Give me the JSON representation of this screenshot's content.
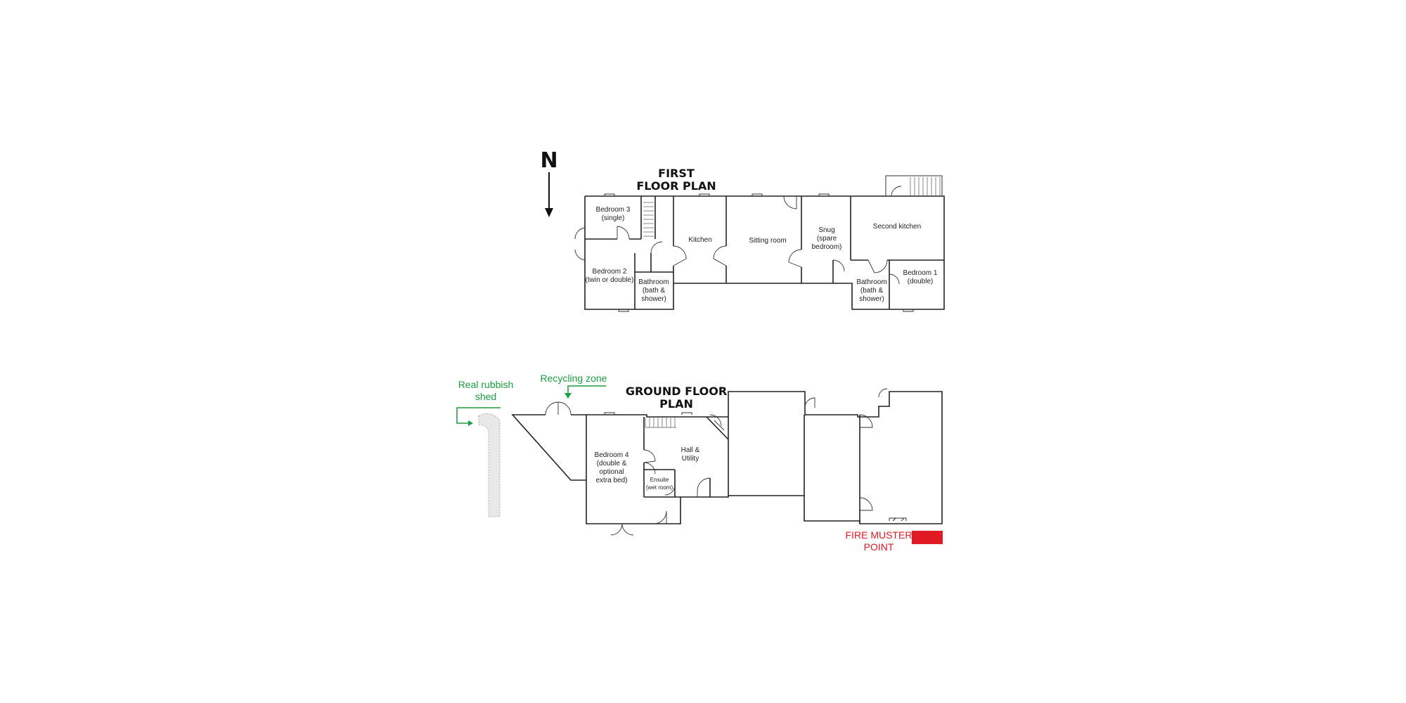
{
  "north_label": "N",
  "first_floor": {
    "title": [
      "FIRST",
      "FLOOR PLAN"
    ],
    "rooms": {
      "bedroom3": [
        "Bedroom 3",
        "(single)"
      ],
      "bedroom2": [
        "Bedroom 2",
        "(twin or double)"
      ],
      "bathroom_a": [
        "Bathroom",
        "(bath &",
        "shower)"
      ],
      "kitchen": [
        "Kitchen"
      ],
      "sitting_room": [
        "Sitting room"
      ],
      "snug": [
        "Snug",
        "(spare",
        "bedroom)"
      ],
      "second_kitchen": [
        "Second kitchen"
      ],
      "bathroom_b": [
        "Bathroom",
        "(bath &",
        "shower)"
      ],
      "bedroom1": [
        "Bedroom 1",
        "(double)"
      ]
    }
  },
  "ground_floor": {
    "title": [
      "GROUND FLOOR",
      "PLAN"
    ],
    "rooms": {
      "bedroom4": [
        "Bedroom 4",
        "(double &",
        "optional",
        "extra bed)"
      ],
      "hall_utility": [
        "Hall &",
        "Utility"
      ],
      "ensuite": [
        "Ensuite",
        "(wet room)"
      ]
    }
  },
  "annotations": {
    "rubbish_shed": [
      "Real rubbish",
      "shed"
    ],
    "recycling_zone": "Recycling zone",
    "fire_muster": [
      "FIRE MUSTER",
      "POINT"
    ]
  },
  "colors": {
    "annotation_green": "#1b9e3e",
    "fire_red": "#e01b24",
    "wall": "#222222"
  }
}
